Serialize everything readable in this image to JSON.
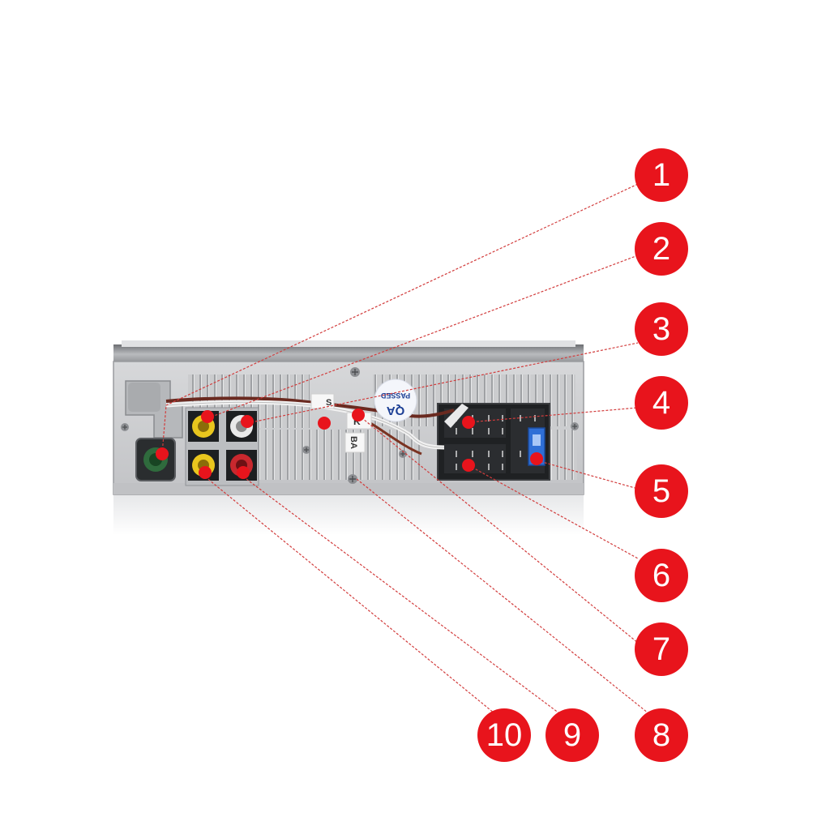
{
  "labels": {
    "qa_top": "QA",
    "qa_bottom": "PASSED",
    "wire_tag_1": "S",
    "wire_tag_2": "K",
    "wire_tag_3": "BA"
  },
  "callouts": [
    {
      "number": "1"
    },
    {
      "number": "2"
    },
    {
      "number": "3"
    },
    {
      "number": "4"
    },
    {
      "number": "5"
    },
    {
      "number": "6"
    },
    {
      "number": "7"
    },
    {
      "number": "8"
    },
    {
      "number": "9"
    },
    {
      "number": "10"
    }
  ],
  "colors": {
    "marker": "#e8141c",
    "leader": "#d23c3c",
    "panel": "#cfd0d2",
    "panel_dark": "#9a9c9f"
  }
}
